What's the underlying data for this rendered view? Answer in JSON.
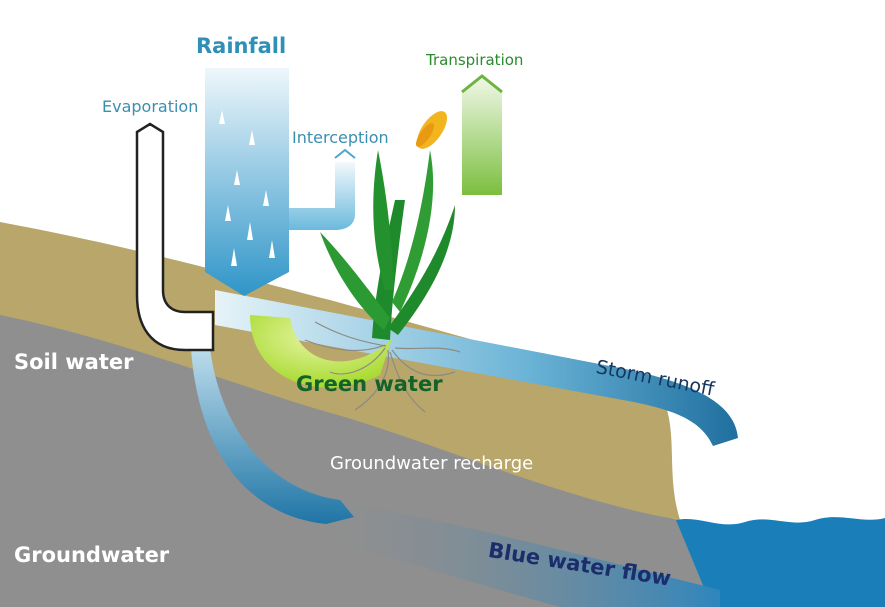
{
  "labels": {
    "rainfall": "Rainfall",
    "evaporation": "Evaporation",
    "interception": "Interception",
    "transpiration": "Transpiration",
    "soil_water": "Soil water",
    "groundwater": "Groundwater",
    "green_water": "Green water",
    "groundwater_recharge": "Groundwater recharge",
    "storm_runoff": "Storm runoff",
    "blue_water_flow": "Blue water flow"
  },
  "colors": {
    "soil": "#b8a66a",
    "groundwater": "#8f8f8f",
    "water_dark": "#1f6f9f",
    "water_light": "#e3f2f9",
    "green_water": "#a6d92c",
    "plant": "#1f8a2c",
    "grain": "#f2b51e",
    "sea": "#1a7fb8"
  }
}
